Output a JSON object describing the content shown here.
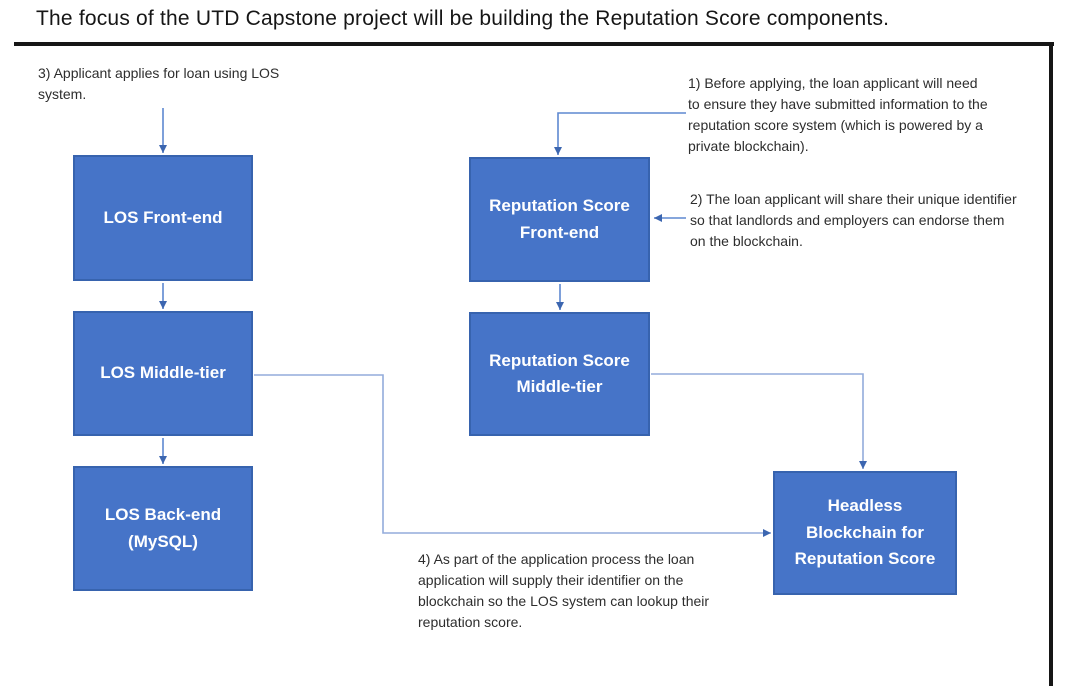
{
  "title": "The focus of the UTD Capstone project will be building the Reputation Score components.",
  "colors": {
    "box_fill": "#4674C8",
    "box_border": "#3763AE",
    "box_text": "#FFFFFF",
    "connector_strong": "#5E88D1",
    "connector_light": "#93ACDB",
    "arrowhead": "#3C66B0",
    "frame_rule": "#161616",
    "note_text": "#2D2D2D",
    "background": "#FFFFFF"
  },
  "diagram": {
    "boxes": [
      {
        "id": "los-front-end",
        "label": "LOS Front-end"
      },
      {
        "id": "los-middle-tier",
        "label": "LOS Middle-tier"
      },
      {
        "id": "los-back-end",
        "label": "LOS Back-end\n(MySQL)"
      },
      {
        "id": "reputation-front-end",
        "label": "Reputation Score\nFront-end"
      },
      {
        "id": "reputation-middle-tier",
        "label": "Reputation Score\nMiddle-tier"
      },
      {
        "id": "headless-blockchain",
        "label": "Headless\nBlockchain for\nReputation Score"
      }
    ],
    "notes": [
      {
        "id": "note-3",
        "text": "3) Applicant applies for loan using LOS system."
      },
      {
        "id": "note-1",
        "text": "1) Before applying, the loan applicant will need to ensure they have submitted information to the reputation score system (which is powered by a private blockchain)."
      },
      {
        "id": "note-2",
        "text": "2) The loan applicant will share their unique identifier so that landlords and employers can endorse them on the blockchain."
      },
      {
        "id": "note-4",
        "text": "4) As part of the application process the loan application will supply their identifier on the blockchain so the LOS system can lookup their reputation score."
      }
    ],
    "connectors": [
      {
        "id": "note3-to-los-front",
        "from": "note-3",
        "to": "los-front-end"
      },
      {
        "id": "los-front-to-los-middle",
        "from": "los-front-end",
        "to": "los-middle-tier"
      },
      {
        "id": "los-middle-to-los-back",
        "from": "los-middle-tier",
        "to": "los-back-end"
      },
      {
        "id": "note1-to-rep-front",
        "from": "note-1",
        "to": "reputation-front-end"
      },
      {
        "id": "note2-to-rep-front",
        "from": "note-2",
        "to": "reputation-front-end"
      },
      {
        "id": "rep-front-to-rep-middle",
        "from": "reputation-front-end",
        "to": "reputation-middle-tier"
      },
      {
        "id": "rep-middle-to-blockchain",
        "from": "reputation-middle-tier",
        "to": "headless-blockchain"
      },
      {
        "id": "los-middle-to-blockchain",
        "from": "los-middle-tier",
        "to": "headless-blockchain"
      }
    ]
  }
}
